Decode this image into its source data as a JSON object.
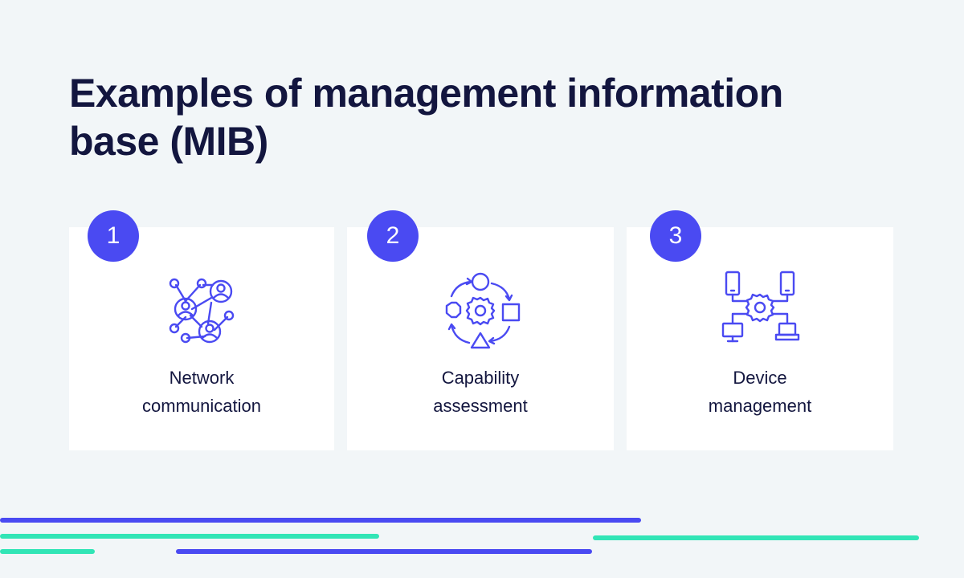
{
  "page": {
    "title_line1": "Examples of management information",
    "title_line2": "base (MIB)"
  },
  "cards": [
    {
      "number": "1",
      "label_line1": "Network",
      "label_line2": "communication",
      "icon": "network-people-icon"
    },
    {
      "number": "2",
      "label_line1": "Capability",
      "label_line2": "assessment",
      "icon": "cycle-gear-shapes-icon"
    },
    {
      "number": "3",
      "label_line1": "Device",
      "label_line2": "management",
      "icon": "devices-gear-icon"
    }
  ],
  "colors": {
    "background": "#f2f6f8",
    "title": "#13163f",
    "accent_blue": "#4a4af2",
    "accent_green": "#32e5b6",
    "card": "#ffffff"
  }
}
